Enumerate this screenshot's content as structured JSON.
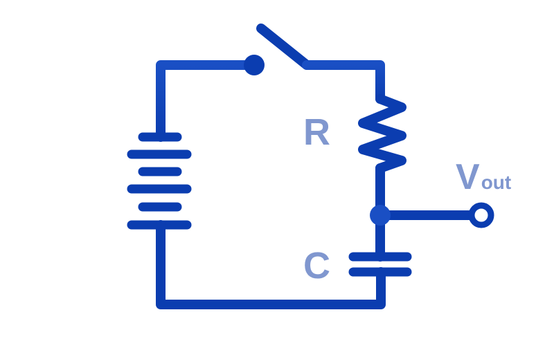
{
  "diagram": {
    "labels": {
      "resistor": "R",
      "capacitor": "C",
      "output_main": "V",
      "output_sub": "out"
    },
    "colors": {
      "wire": "#0b3db0",
      "wire_light": "#1a4fc4",
      "label": "#8097cf",
      "background": "#ffffff"
    }
  }
}
